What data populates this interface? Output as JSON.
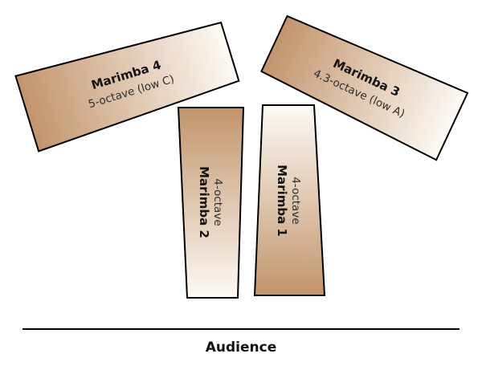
{
  "diagram": {
    "audience_label": "Audience",
    "colors": {
      "wood_dark": "#c2946b",
      "wood_light": "#fdfaf5",
      "outline": "#000000"
    },
    "marimbas": [
      {
        "name": "Marimba 4",
        "size": "5-octave (low C)"
      },
      {
        "name": "Marimba 3",
        "size": "4.3-octave (low A)"
      },
      {
        "name": "Marimba 2",
        "size": "4-octave"
      },
      {
        "name": "Marimba 1",
        "size": "4-octave"
      }
    ]
  }
}
